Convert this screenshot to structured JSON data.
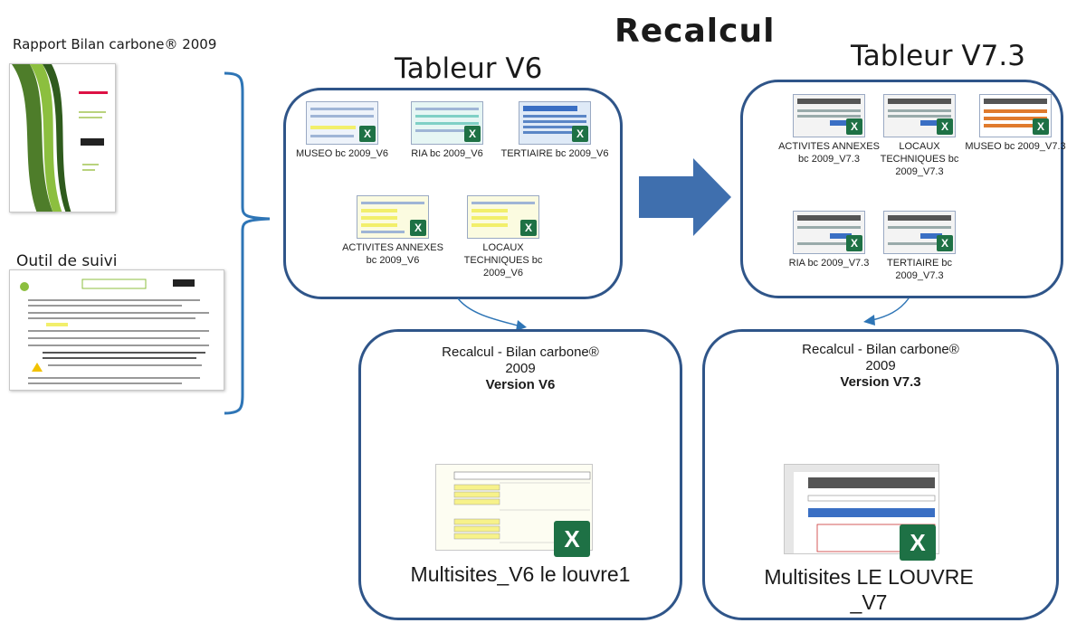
{
  "title": "Recalcul",
  "left": {
    "report_label": "Rapport Bilan carbone® 2009",
    "tool_label": "Outil de suivi"
  },
  "v6": {
    "heading": "Tableur V6",
    "files": [
      {
        "label": "MUSEO bc 2009_V6"
      },
      {
        "label": "RIA bc 2009_V6"
      },
      {
        "label": "TERTIAIRE bc 2009_V6"
      },
      {
        "label": "ACTIVITES ANNEXES bc 2009_V6"
      },
      {
        "label": "LOCAUX TECHNIQUES bc 2009_V6"
      }
    ]
  },
  "v73": {
    "heading": "Tableur V7.3",
    "files": [
      {
        "label": "ACTIVITES ANNEXES bc 2009_V7.3"
      },
      {
        "label": "LOCAUX TECHNIQUES bc 2009_V7.3"
      },
      {
        "label": "MUSEO bc 2009_V7.3"
      },
      {
        "label": "RIA bc 2009_V7.3"
      },
      {
        "label": "TERTIAIRE bc 2009_V7.3"
      }
    ]
  },
  "result_v6": {
    "line1": "Recalcul - Bilan carbone®",
    "line2": "2009",
    "version": "Version V6",
    "file_label": "Multisites_V6 le louvre1"
  },
  "result_v7": {
    "line1": "Recalcul - Bilan carbone®",
    "line2": "2009",
    "version": "Version V7.3",
    "file_label": "Multisites LE LOUVRE _V7"
  },
  "colors": {
    "panel_border": "#2f5589",
    "arrow": "#3f6fae",
    "bracket": "#2e75b6",
    "excel": "#1e7145"
  },
  "icons": [
    "excel-icon",
    "bracket-icon",
    "arrow-right-icon",
    "curved-arrow-icon"
  ]
}
